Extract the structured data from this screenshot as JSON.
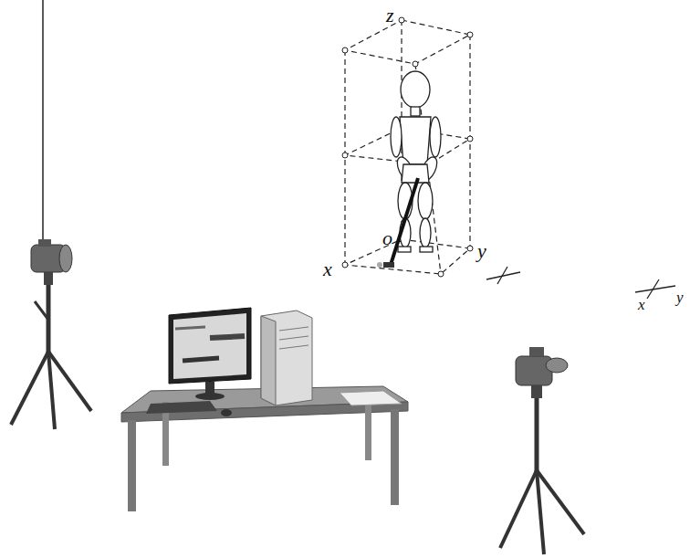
{
  "diagram": {
    "labels": [
      "z",
      "o",
      "y",
      "x",
      "x",
      "y"
    ]
  }
}
